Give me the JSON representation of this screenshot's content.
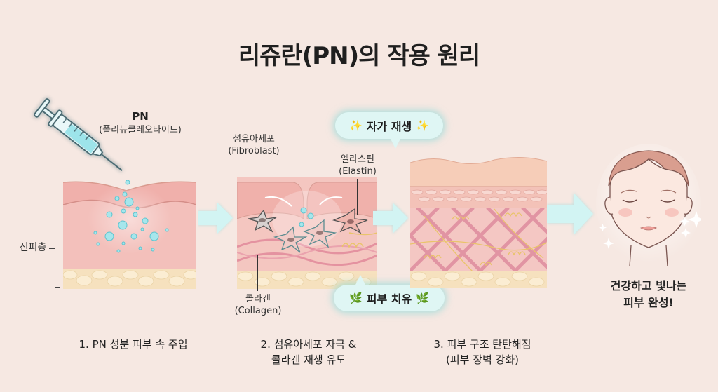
{
  "title": "리쥬란(PN)의 작용 원리",
  "syringe": {
    "label": "PN",
    "sublabel": "(폴리뉴클레오타이드)"
  },
  "dermis_label": "진피층",
  "panel2": {
    "fibroblast_label": "섬유아세포",
    "fibroblast_sublabel": "(Fibroblast)",
    "elastin_label": "엘라스틴",
    "elastin_sublabel": "(Elastin)",
    "collagen_label": "콜라겐",
    "collagen_sublabel": "(Collagen)"
  },
  "bubbles": {
    "regeneration": "자가 재생",
    "healing": "피부 치유"
  },
  "steps": [
    {
      "line1": "1. PN 성분 피부 속 주입",
      "line2": ""
    },
    {
      "line1": "2. 섬유아세포 자극 &",
      "line2": "콜라겐 재생 유도"
    },
    {
      "line1": "3. 피부 구조 탄탄해짐",
      "line2": "(피부 장벽 강화)"
    }
  ],
  "result": {
    "line1": "건강하고 빛나는",
    "line2": "피부 완성!"
  },
  "colors": {
    "background": "#f6e8e2",
    "skin_pink": "#f2b9b4",
    "epidermis": "#f7d2c6",
    "fat_yellow": "#f6e2bd",
    "arrow_cyan": "#c9f1f0",
    "bubble_bg": "#dff6f4"
  }
}
